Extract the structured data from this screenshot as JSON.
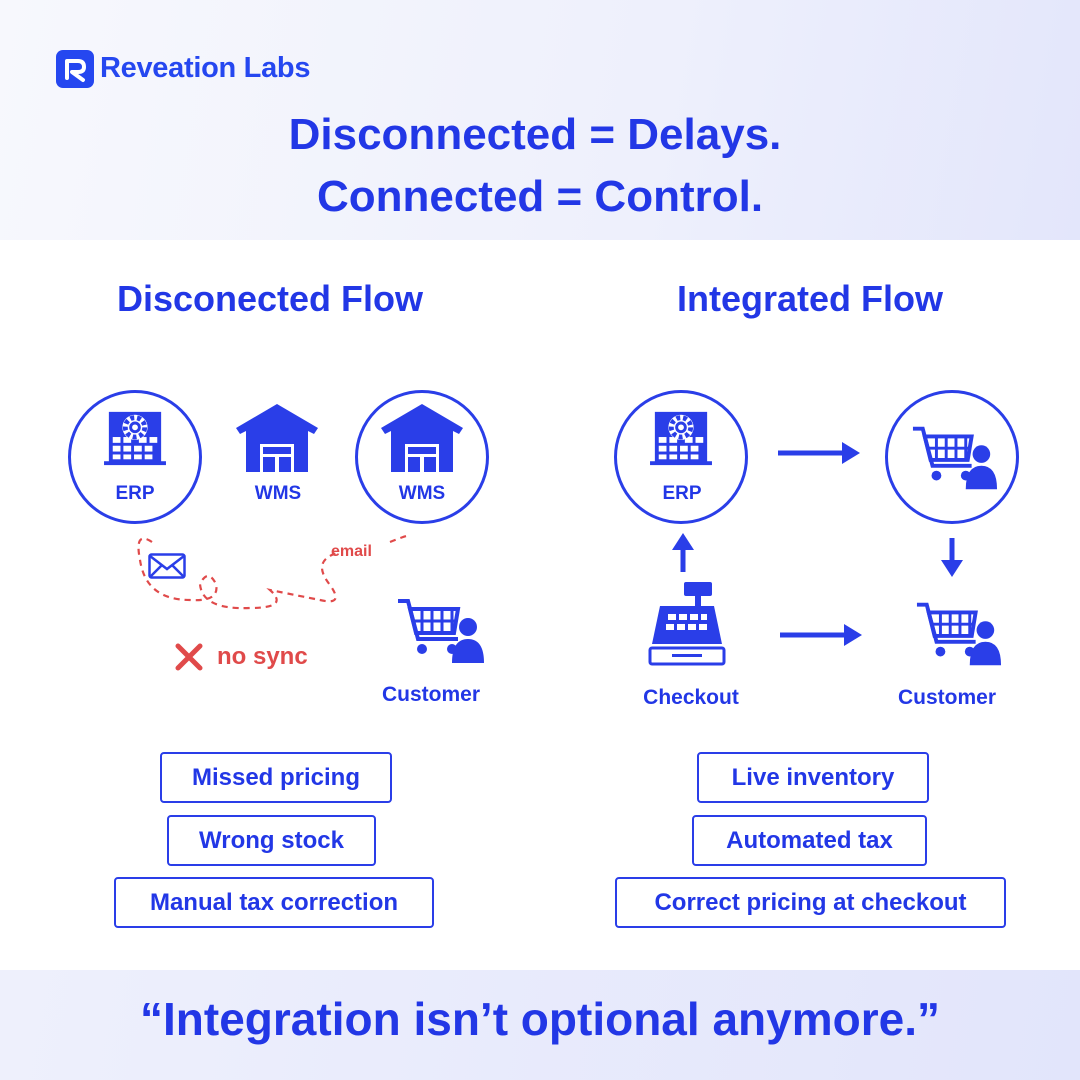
{
  "brand": {
    "name": "Reveation Labs",
    "colors": {
      "primary": "#2237e6",
      "alert": "#e04a4a"
    }
  },
  "headline": {
    "line1": "Disconnected = Delays.",
    "line2": "Connected = Control."
  },
  "disconnected": {
    "title": "Disconected Flow",
    "nodes": {
      "erp": "ERP",
      "wms1": "WMS",
      "wms2": "WMS",
      "customer": "Customer"
    },
    "email_label": "email",
    "no_sync_label": "no sync",
    "issues": [
      "Missed pricing",
      "Wrong stock",
      "Manual tax correction"
    ]
  },
  "integrated": {
    "title": "Integrated Flow",
    "nodes": {
      "erp": "ERP",
      "checkout": "Checkout",
      "customer": "Customer"
    },
    "benefits": [
      "Live inventory",
      "Automated tax",
      "Correct pricing at checkout"
    ]
  },
  "quote": "“Integration isn’t optional anymore.”"
}
